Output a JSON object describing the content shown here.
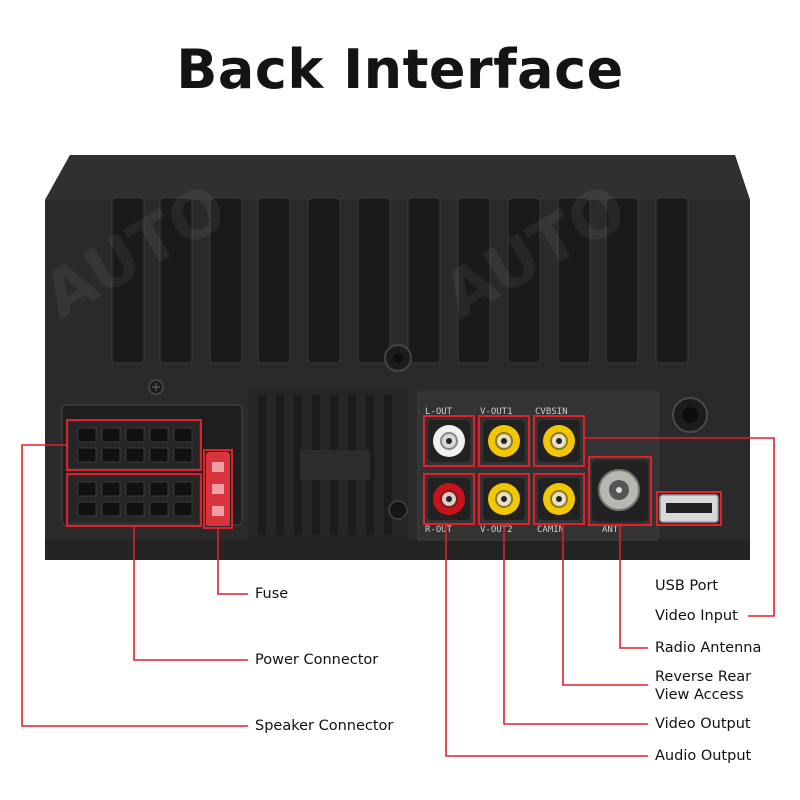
{
  "title": "Back Interface",
  "labels": {
    "usb_port": "USB Port",
    "video_input": "Video Input",
    "radio_antenna": "Radio Antenna",
    "reverse_rear_line1": "Reverse Rear",
    "reverse_rear_line2": "View Access",
    "video_output": "Video Output",
    "audio_output": "Audio Output",
    "fuse": "Fuse",
    "power_connector": "Power Connector",
    "speaker_connector": "Speaker Connector"
  },
  "panel_text": {
    "l_out": "L-OUT",
    "v_out1": "V-OUT1",
    "cvbs_in": "CVBSIN",
    "r_out": "R-OUT",
    "v_out2": "V-OUT2",
    "cam_in": "CAMIN",
    "ant": "ANT"
  },
  "watermark": "AUTO",
  "colors": {
    "callout": "#e0202a",
    "body": "#2b2b2b",
    "panel": "#333333",
    "rca_yellow": "#f2c600",
    "rca_red": "#c8121c",
    "rca_white": "#f0f0f0"
  }
}
